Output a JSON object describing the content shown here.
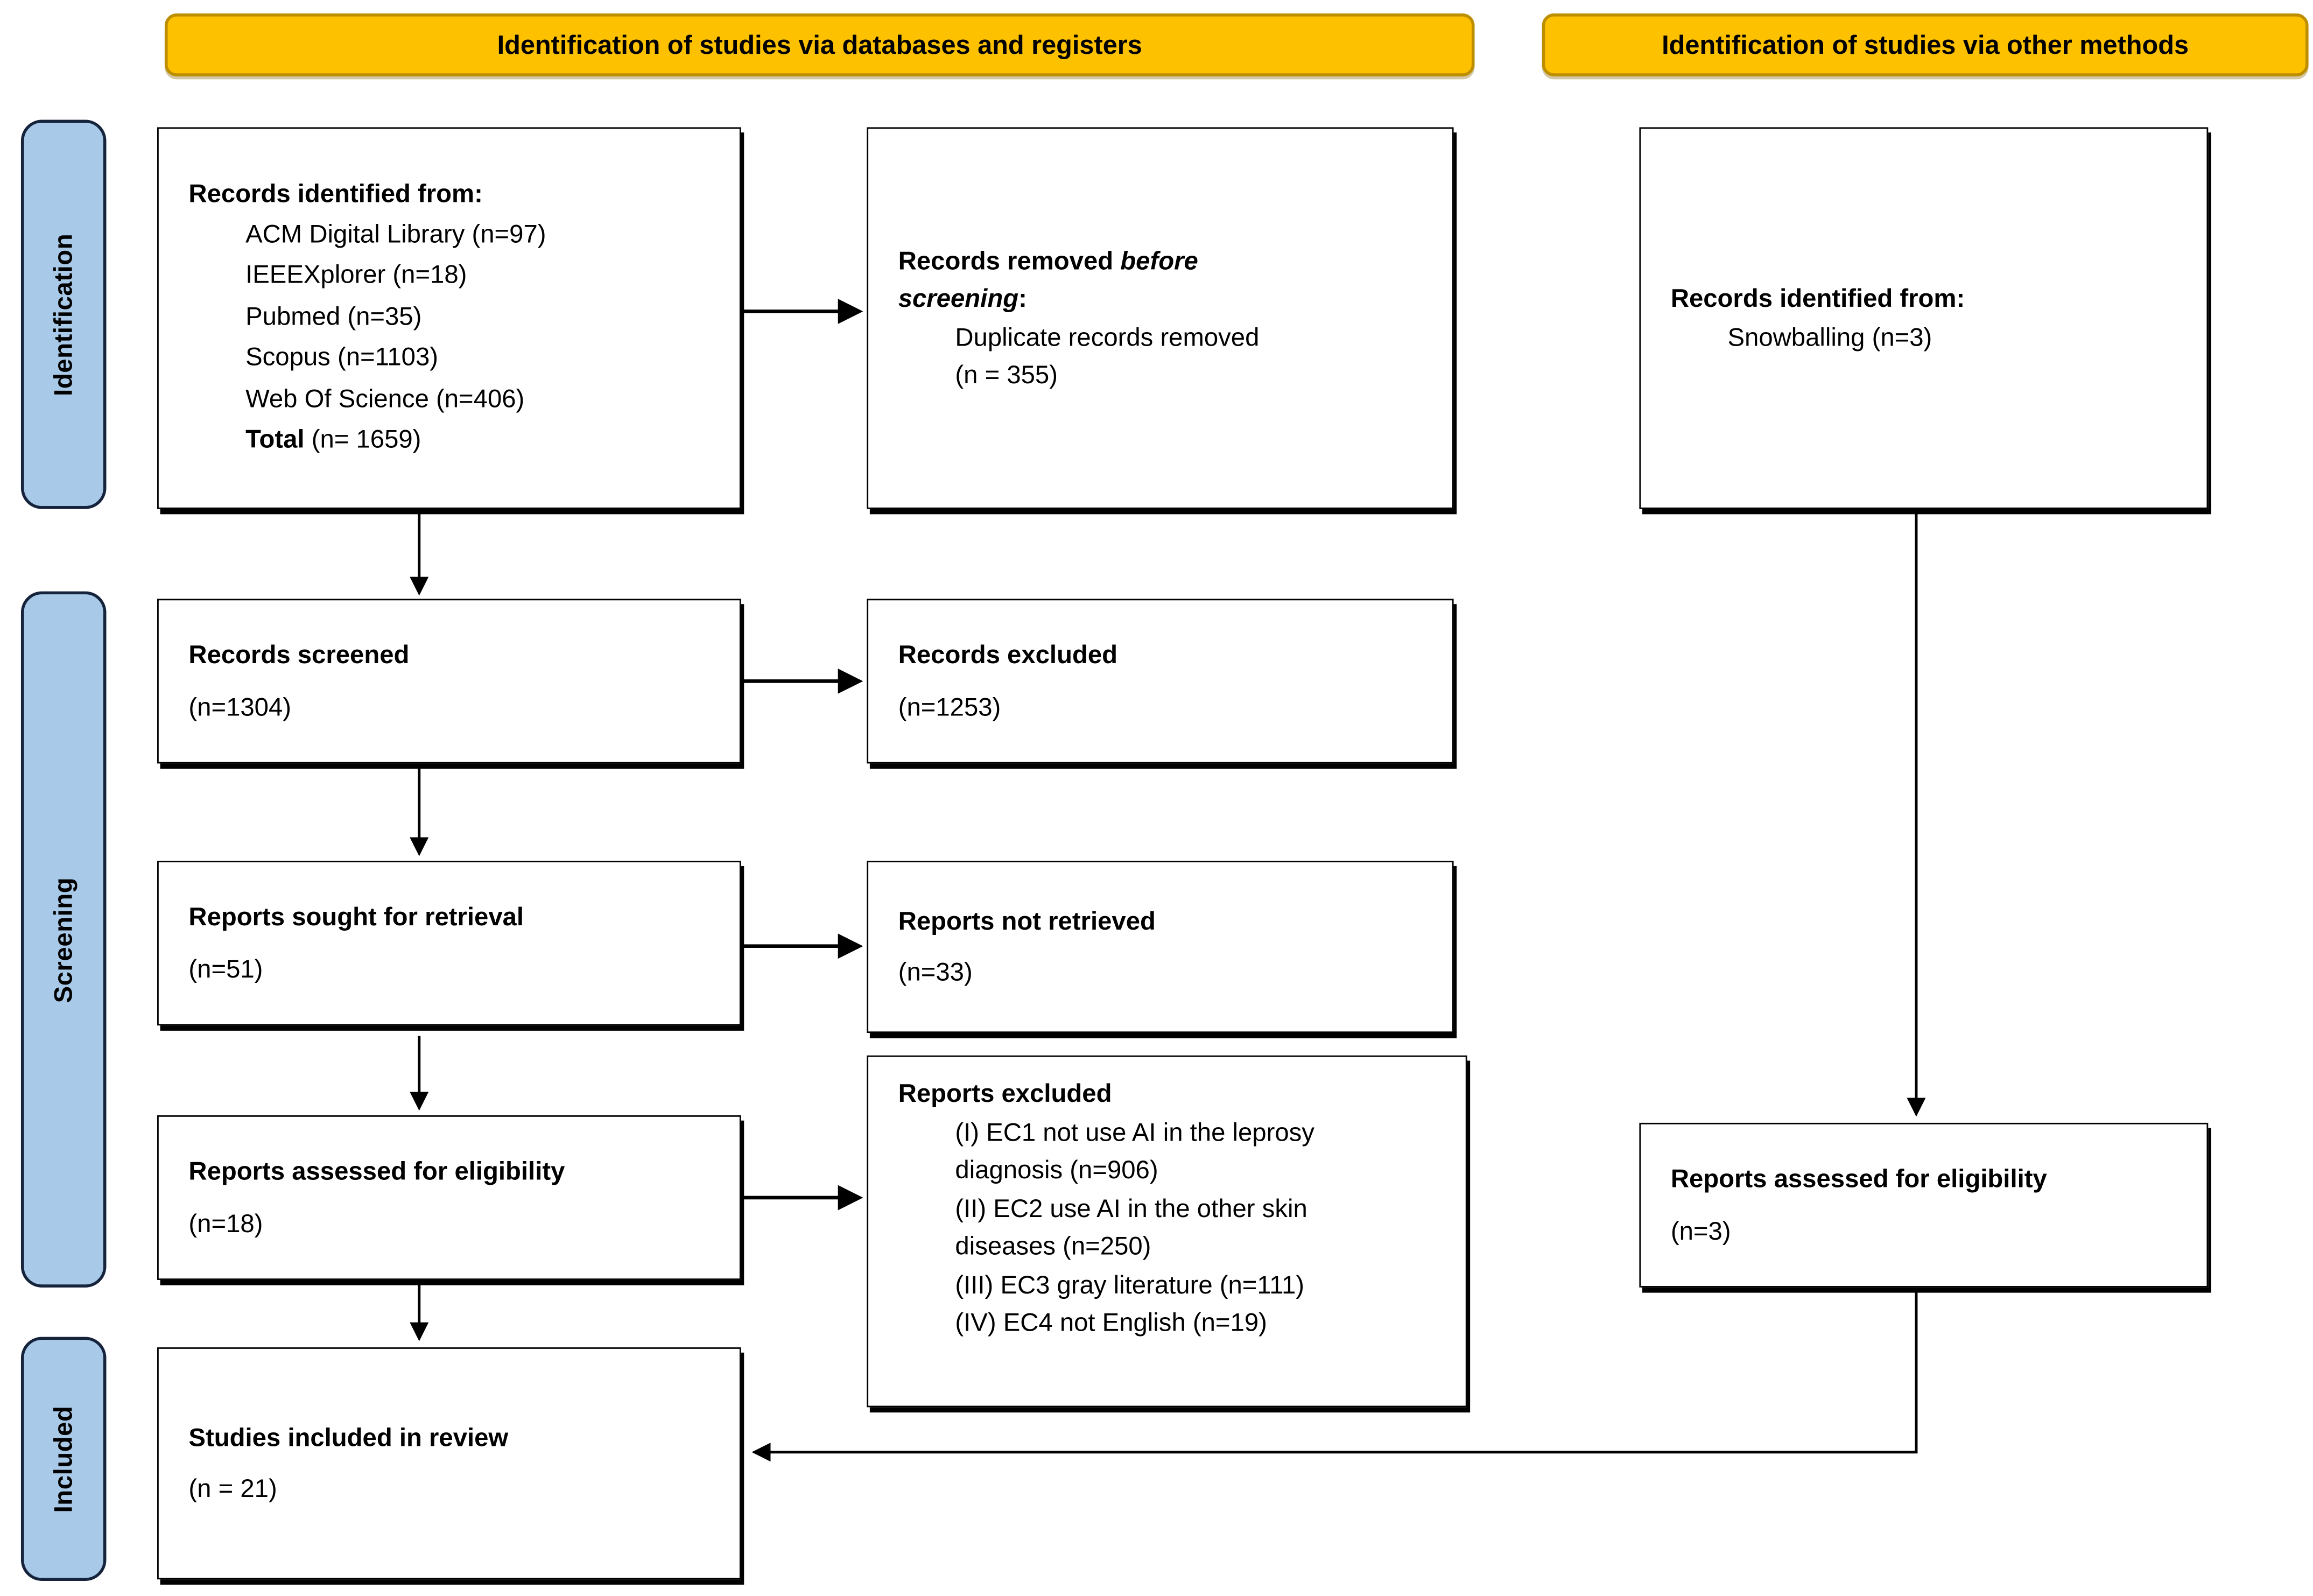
{
  "colors": {
    "banner_bg": "#FDC100",
    "banner_border": "#BD8E00",
    "pill_bg": "#A9C9E8",
    "pill_border": "#15233C",
    "box_border": "#000000",
    "arrow": "#000000",
    "page_bg": "#FFFFFF",
    "text": "#000000"
  },
  "banners": {
    "databases": "Identification of studies via databases and registers",
    "other": "Identification of studies via other methods"
  },
  "sidebar": {
    "identification": "Identification",
    "screening": "Screening",
    "included": "Included"
  },
  "flow": {
    "records_identified": {
      "title": "Records identified from:",
      "items": [
        "ACM Digital Library (n=97)",
        "IEEEXplorer (n=18)",
        "Pubmed (n=35)",
        "Scopus (n=1103)",
        "Web Of Science (n=406)"
      ],
      "total_bold": "Total",
      "total_rest": " (n= 1659)"
    },
    "records_removed": {
      "title_part1": "Records removed ",
      "title_italic": "before screening",
      "title_colon": ":",
      "line1": "Duplicate records removed",
      "line2": "(n = 355)"
    },
    "snowballing": {
      "title": "Records identified from:",
      "item": "Snowballing (n=3)"
    },
    "records_screened": {
      "title": "Records screened",
      "n": "(n=1304)"
    },
    "records_excluded": {
      "title": "Records excluded",
      "n": "(n=1253)"
    },
    "reports_sought": {
      "title": "Reports sought for retrieval",
      "n": "(n=51)"
    },
    "reports_not_retrieved": {
      "title": "Reports not retrieved",
      "n": "(n=33)"
    },
    "reports_assessed": {
      "title": "Reports assessed for eligibility",
      "n": "(n=18)"
    },
    "reports_excluded": {
      "title": "Reports excluded",
      "items": [
        "(I) EC1 not use AI in the leprosy diagnosis (n=906)",
        "(II) EC2 use AI in the other skin diseases (n=250)",
        "(III) EC3 gray literature (n=111)",
        "(IV) EC4 not English (n=19)"
      ]
    },
    "reports_assessed_other": {
      "title": "Reports assessed for eligibility",
      "n": "(n=3)"
    },
    "studies_included": {
      "title": "Studies included in review",
      "n": "(n = 21)"
    }
  }
}
